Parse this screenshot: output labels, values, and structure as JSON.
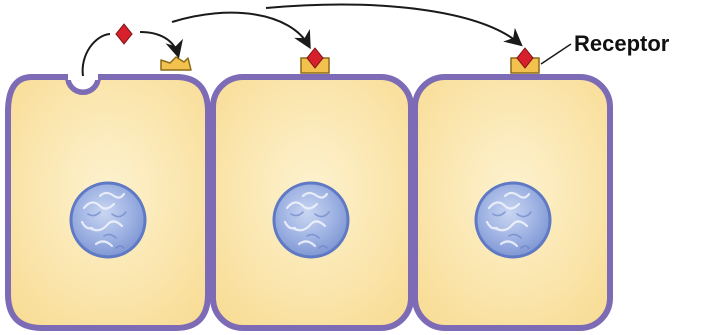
{
  "labels": {
    "receptor": "Receptor"
  },
  "colors": {
    "cell_fill": "#fbe6a6",
    "cell_fill_light": "#fdf2cf",
    "membrane": "#7d6bb6",
    "nucleus_fill": "#8fa6dc",
    "nucleus_edge": "#5f79c4",
    "receptor_fill": "#f3c24e",
    "receptor_edge": "#8c6a17",
    "ligand": "#d6212c",
    "ligand_edge": "#7c0d12",
    "arrow": "#1a1a1a",
    "text": "#111111"
  },
  "cells": [
    {
      "name": "secreting-cell",
      "has_vesicle": true,
      "receptor_bound": false
    },
    {
      "name": "target-cell-1",
      "has_vesicle": false,
      "receptor_bound": true
    },
    {
      "name": "target-cell-2",
      "has_vesicle": false,
      "receptor_bound": true
    }
  ]
}
